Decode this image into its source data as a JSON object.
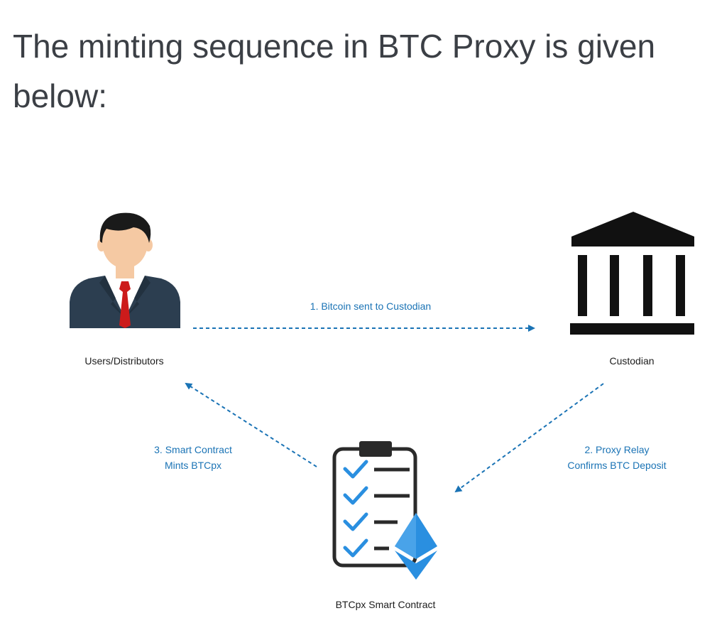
{
  "heading": "The minting sequence in BTC Proxy is given below:",
  "nodes": {
    "users": "Users/Distributors",
    "custodian": "Custodian",
    "contract": "BTCpx Smart Contract"
  },
  "steps": {
    "step1": "1. Bitcoin sent to Custodian",
    "step2_line1": "2. Proxy Relay",
    "step2_line2": "Confirms BTC Deposit",
    "step3_line1": "3. Smart Contract",
    "step3_line2": "Mints BTCpx"
  },
  "colors": {
    "arrow": "#1a73b5",
    "heading": "#3b3f45",
    "ethereum": "#2a8fe0",
    "check": "#2a8fe0",
    "suit": "#2c3e50",
    "tie": "#cc1b1b",
    "skin": "#f5c9a3"
  },
  "icons": {
    "users": "person-icon",
    "custodian": "bank-icon",
    "contract": "clipboard-checklist-icon",
    "contract_badge": "ethereum-icon"
  }
}
